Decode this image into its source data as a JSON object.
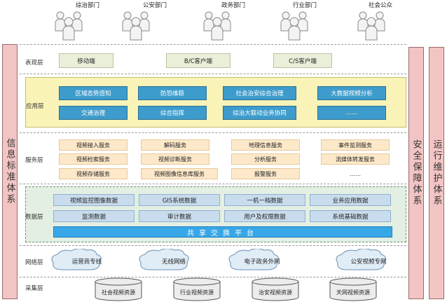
{
  "users": [
    "综治部门",
    "公安部门",
    "政务部门",
    "行业部门",
    "社会公众"
  ],
  "left_pillar": "信息标准体系",
  "right_pillars": [
    "安全保障体系",
    "运行维护体系"
  ],
  "layers": {
    "presentation": {
      "label": "表现层",
      "items": [
        "移动端",
        "B/C客户端",
        "C/S客户端"
      ]
    },
    "application": {
      "label": "应用层",
      "rows": [
        [
          "区域态势感知",
          "防恐维稳",
          "社会治安综合治理",
          "大数据视频分析"
        ],
        [
          "交通治理",
          "综合指挥",
          "综治大联动业务协同",
          "……"
        ]
      ]
    },
    "service": {
      "label": "服务层",
      "rows": [
        [
          "视频接入服务",
          "解码服务",
          "地理信息服务",
          "事件监测服务"
        ],
        [
          "视频检索服务",
          "视频诊断服务",
          "分析服务",
          "流媒体转发服务"
        ],
        [
          "视频存储服务",
          "视频图像信息库服务",
          "报警服务",
          "……"
        ]
      ]
    },
    "data": {
      "label": "数据层",
      "rows": [
        [
          "视频监控图像数据",
          "GIS系统数据",
          "一机一档数据",
          "业务应用数据"
        ],
        [
          "监测数据",
          "审计数据",
          "用户及权限数据",
          "系统基础数据"
        ]
      ],
      "exchange": "共享交换平台"
    },
    "network": {
      "label": "网络层",
      "items": [
        "运营商专线",
        "无线网络",
        "电子政务外网",
        "公安视频专网"
      ]
    },
    "collection": {
      "label": "采集层",
      "items": [
        "社会视频资源",
        "行业视频资源",
        "治安视频资源",
        "天网视频资源"
      ]
    }
  }
}
